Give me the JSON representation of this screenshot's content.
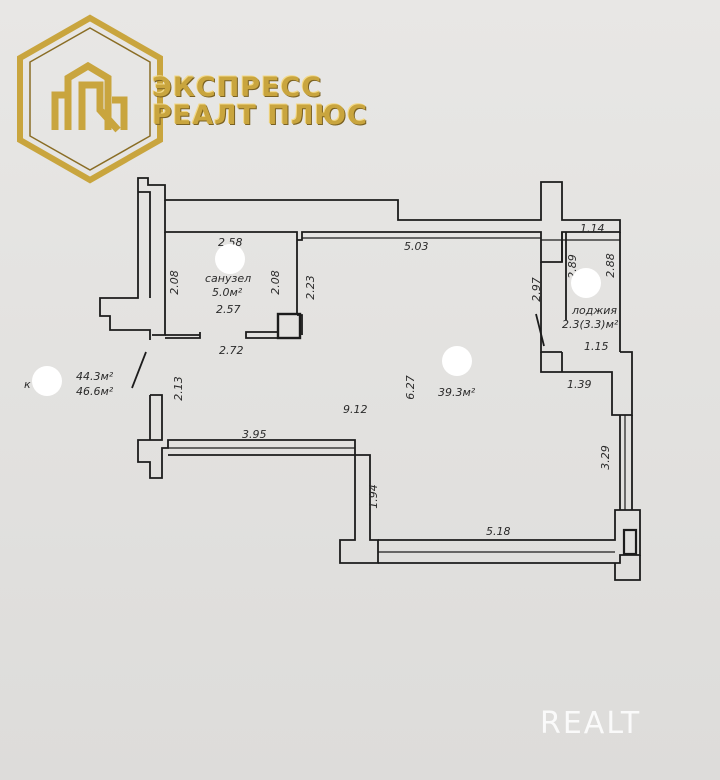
{
  "brand": {
    "line1": "ЭКСПРЕСС",
    "line2": "РЕАЛТ ПЛЮС",
    "gold": "#c9a53e",
    "icon": "building-hexagon-logo"
  },
  "watermark": "REALT",
  "rooms": {
    "bath_name": "санузел",
    "bath_area": "5.0м²",
    "main_area": "39.3м²",
    "loggia_name": "лоджия",
    "loggia_area": "2.3(3.3)м²",
    "total_prefix": "к",
    "total_living": "44.3м²",
    "total_all": "46.6м²"
  },
  "dimensions": {
    "d258": "2.58",
    "d208a": "2.08",
    "d208b": "2.08",
    "d257": "2.57",
    "d272": "2.72",
    "d223": "2.23",
    "d503": "5.03",
    "d297": "2.97",
    "d114": "1.14",
    "d289": "2.89",
    "d288": "2.88",
    "d115": "1.15",
    "d139": "1.39",
    "d213": "2.13",
    "d912": "9.12",
    "d627": "6.27",
    "d395": "3.95",
    "d194": "1.94",
    "d518": "5.18",
    "d329": "3.29"
  }
}
